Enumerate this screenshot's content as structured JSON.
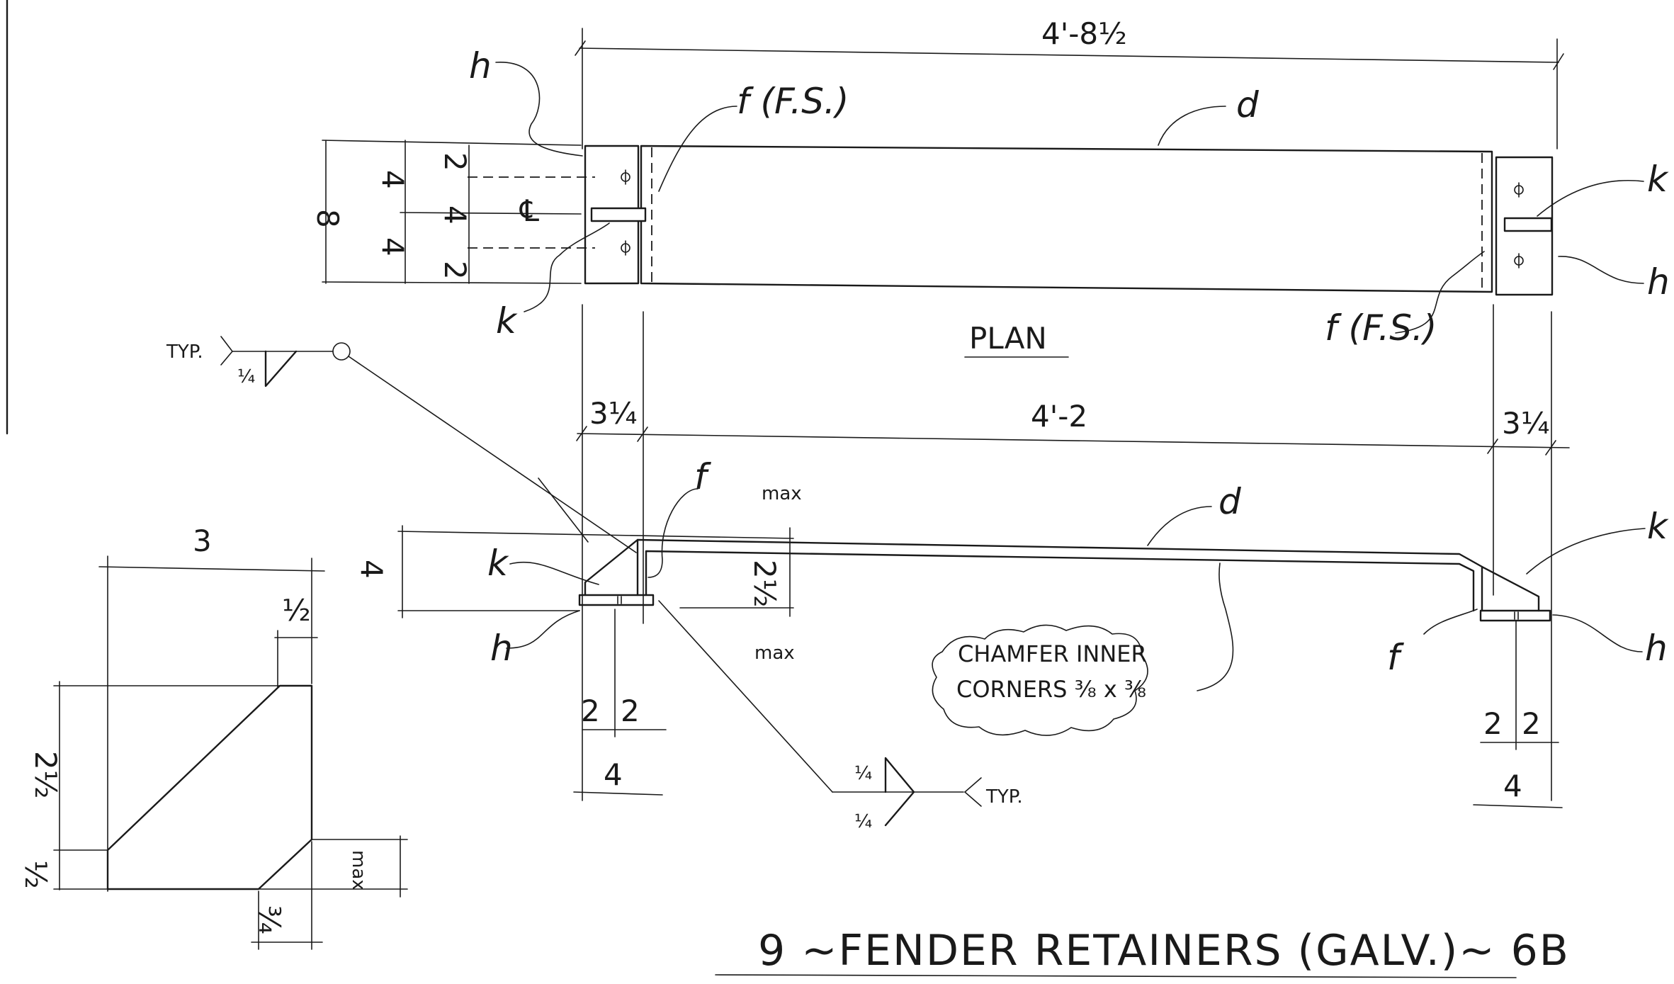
{
  "title": "9 ~FENDER RETAINERS (GALV.)~ 6B",
  "plan": {
    "view_label": "PLAN",
    "overall_length": "4'-8½",
    "left_height": "8",
    "left_half_top": "4",
    "left_half_bottom": "4",
    "left_edge_top": "2",
    "left_middle": "4",
    "left_edge_bottom": "2",
    "centerline_symbol": "℄",
    "callout_h_top": "h",
    "callout_f_top": "f (F.S.)",
    "callout_d_top": "d",
    "callout_k_left": "k",
    "callout_k_right": "k",
    "callout_h_right": "h",
    "callout_f_right": "f (F.S.)"
  },
  "elevation": {
    "left_plate": "3¼",
    "span": "4'-2",
    "right_plate": "3¼",
    "height": "4",
    "thickness": "2½",
    "callout_f": "f",
    "callout_d": "d",
    "callout_k_left": "k",
    "callout_k_right": "k",
    "callout_h_left": "h",
    "callout_h_right": "h",
    "callout_f_right": "f",
    "max_top": "max",
    "max_bottom": "max",
    "left_bottom_a": "2",
    "left_bottom_b": "2",
    "left_bottom_total": "4",
    "right_bottom_a": "2",
    "right_bottom_b": "2",
    "right_bottom_total": "4",
    "chamfer_note_line1": "CHAMFER INNER",
    "chamfer_note_line2": "CORNERS ⅜ x ⅜"
  },
  "weld_symbols": {
    "upper_tail": "TYP.",
    "upper_size": "¼",
    "lower_tail": "TYP.",
    "lower_size_top": "¼",
    "lower_size_bottom": "¼"
  },
  "gusset_detail": {
    "width": "3",
    "top_offset": "½",
    "height": "2½",
    "bottom_edge": "½",
    "chamfer_vertical": "max",
    "bottom_offset": "¾"
  }
}
